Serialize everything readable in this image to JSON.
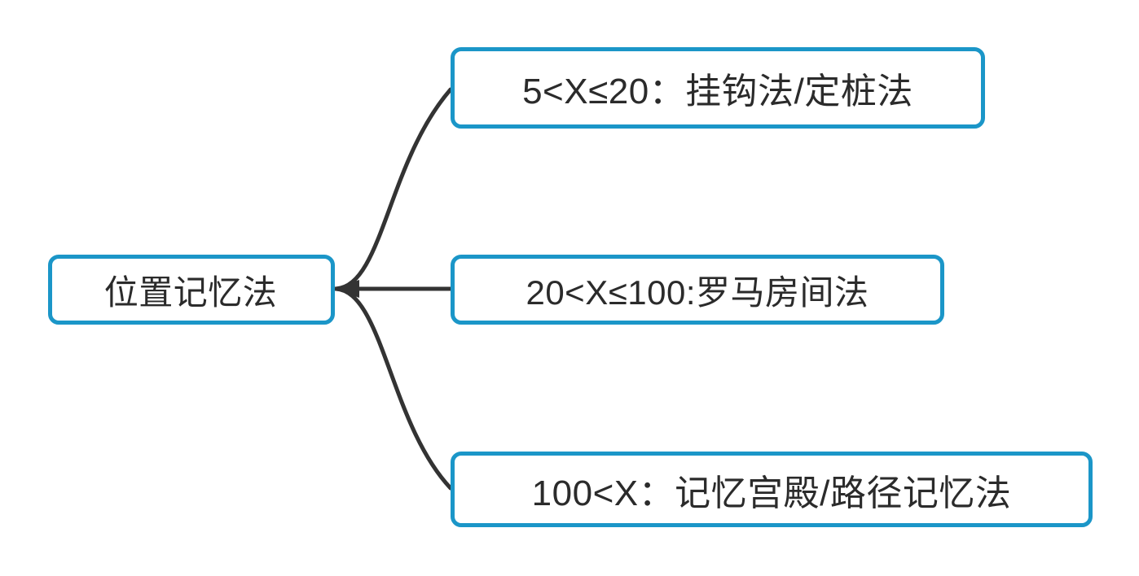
{
  "diagram": {
    "type": "mind-map",
    "title": "位置记忆法",
    "background_color": "#ffffff",
    "node_border_color": "#1b96c8",
    "node_fill_color": "#ffffff",
    "connector_color": "#333333",
    "text_color": "#2b2b2b",
    "root": {
      "label": "位置记忆法"
    },
    "branches": [
      {
        "label": "5<X≤20：挂钩法/定桩法",
        "range": "5<X≤20",
        "method": "挂钩法/定桩法"
      },
      {
        "label": "20<X≤100:罗马房间法",
        "range": "20<X≤100",
        "method": "罗马房间法"
      },
      {
        "label": "100<X：记忆宫殿/路径记忆法",
        "range": "100<X",
        "method": "记忆宫殿/路径记忆法"
      }
    ]
  }
}
